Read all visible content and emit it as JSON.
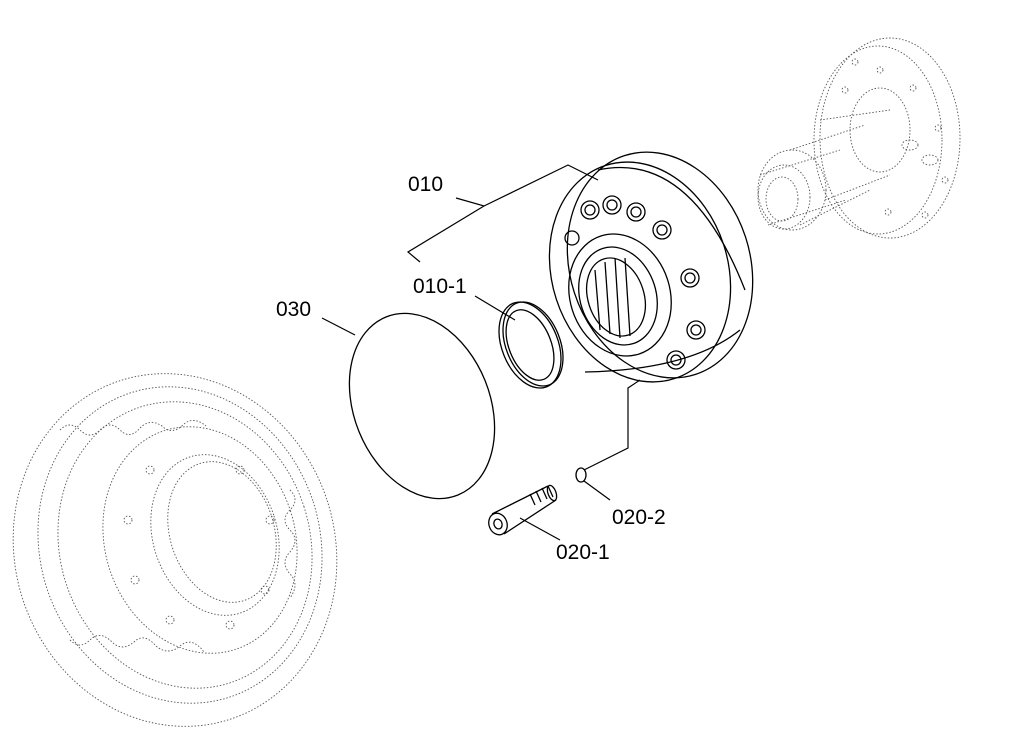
{
  "callouts": {
    "c010": "010",
    "c010_1": "010-1",
    "c030": "030",
    "c020_1": "020-1",
    "c020_2": "020-2"
  }
}
